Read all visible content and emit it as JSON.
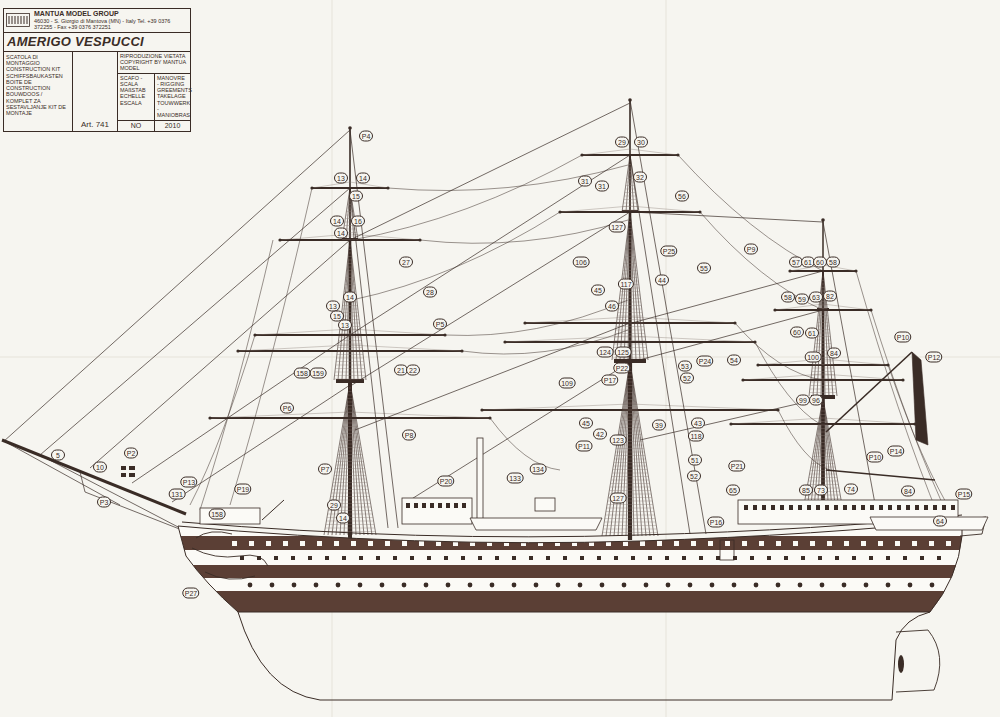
{
  "diagram": {
    "nodes": [
      {
        "text": [
          "MANTUA MODEL GROUP",
          "46030 - S. Giorgio di Mantova (MN) - Italy Tel. +39 0376 372255 - Fax +39 0376 372251",
          "AMERIGO VESPUCCI",
          "Art. 741",
          "SCATOLA DI MONTAGGIO CONSTRUCTION KIT SCHIFFSBAUKASTEN BOITE DE CONSTRUCTION BOUWDOOS / KOMPLET ZA SESTAVLJANJE KIT DE MONTAJE",
          "RIPRODUZIONE VIETATA COPYRIGHT BY MANTUA MODEL",
          "SCAFO - SCALA MAßSTAB ECHELLE ESCALA",
          "NO",
          "MANOVRE - RIGGING GREEMENTS TAKELAGE TOUWWERK - MANIOBRAS",
          "2010"
        ]
      }
    ],
    "labels": [
      "P4",
      "13",
      "14",
      "15",
      "14",
      "16",
      "14",
      "27",
      "28",
      "14",
      "13",
      "15",
      "13",
      "P5",
      "158",
      "159",
      "21",
      "22",
      "P6",
      "P8",
      "P7",
      "29",
      "14",
      "P2",
      "5",
      "10",
      "P3",
      "P13",
      "131",
      "P19",
      "158",
      "P27",
      "29",
      "30",
      "31",
      "31",
      "32",
      "56",
      "127",
      "P25",
      "P9",
      "106",
      "55",
      "117",
      "44",
      "45",
      "46",
      "124",
      "125",
      "P24",
      "54",
      "53",
      "P22",
      "52",
      "P17",
      "109",
      "45",
      "39",
      "43",
      "42",
      "123",
      "118",
      "P11",
      "51",
      "52",
      "134",
      "133",
      "P20",
      "P21",
      "65",
      "127",
      "P16",
      "57",
      "61",
      "60",
      "58",
      "58",
      "59",
      "63",
      "82",
      "60",
      "61",
      "84",
      "100",
      "99",
      "96",
      "P10",
      "P12",
      "P10",
      "P14",
      "85",
      "73",
      "74",
      "84",
      "P15",
      "64"
    ]
  }
}
